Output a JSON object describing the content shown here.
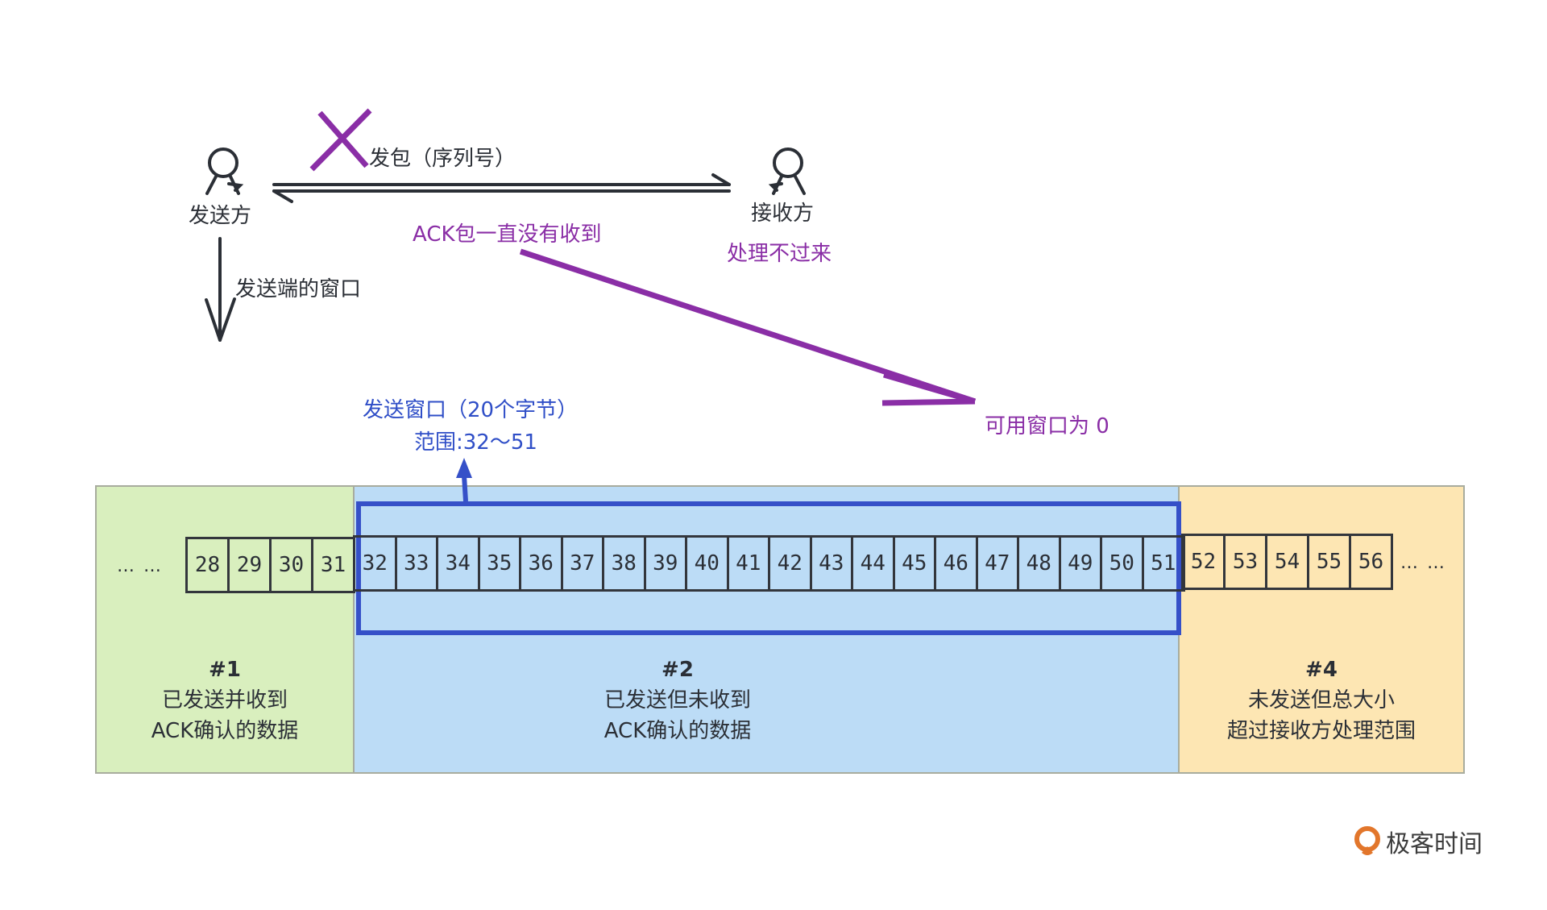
{
  "top": {
    "sender_label": "发送方",
    "receiver_label": "接收方",
    "packet_label": "发包（序列号）",
    "ack_missing_label": "ACK包一直没有收到",
    "receiver_status": "处理不过来",
    "sender_window_label": "发送端的窗口",
    "available_window_label": "可用窗口为 0"
  },
  "send_window": {
    "title": "发送窗口（20个字节）",
    "range": "范围:32～51"
  },
  "sequence": {
    "leading_dots": "… …",
    "trailing_dots": "… …",
    "region1_cells": [
      "28",
      "29",
      "30",
      "31"
    ],
    "window_cells": [
      "32",
      "33",
      "34",
      "35",
      "36",
      "37",
      "38",
      "39",
      "40",
      "41",
      "42",
      "43",
      "44",
      "45",
      "46",
      "47",
      "48",
      "49",
      "50",
      "51"
    ],
    "region4_cells": [
      "52",
      "53",
      "54",
      "55",
      "56"
    ]
  },
  "regions": [
    {
      "id": "#1",
      "line1": "已发送并收到",
      "line2": "ACK确认的数据",
      "color": "#d9efbe"
    },
    {
      "id": "#2",
      "line1": "已发送但未收到",
      "line2": "ACK确认的数据",
      "color": "#bcdcf6"
    },
    {
      "id": "#4",
      "line1": "未发送但总大小",
      "line2": "超过接收方处理范围",
      "color": "#fde6b3"
    }
  ],
  "colors": {
    "accent_purple": "#8a2ea6",
    "window_blue": "#3550c8",
    "ink": "#33363c"
  },
  "brand": {
    "name": "极客时间"
  }
}
